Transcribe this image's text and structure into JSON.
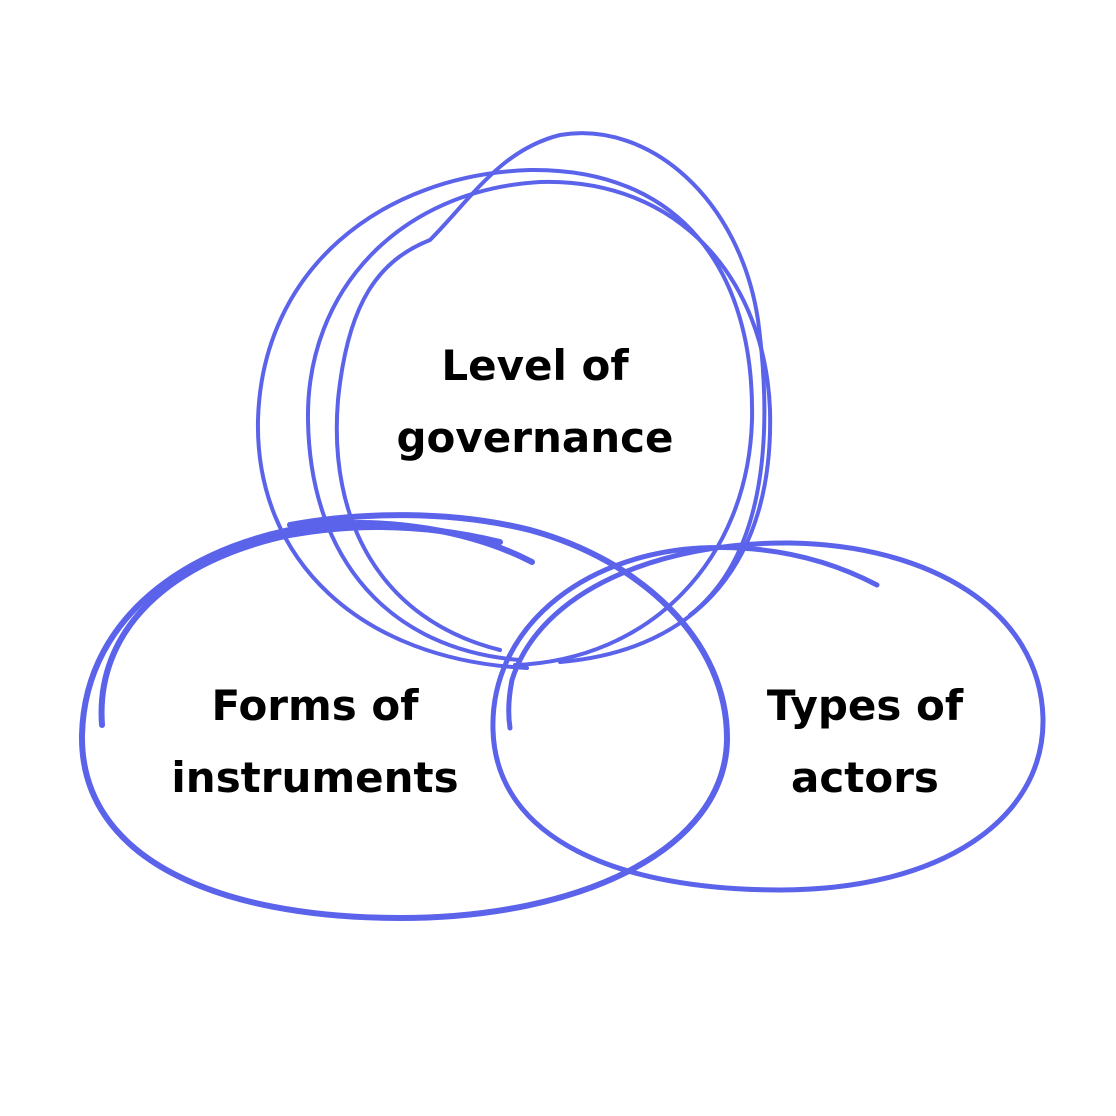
{
  "diagram": {
    "type": "venn",
    "stroke_color": "#5b63ea",
    "sets": [
      {
        "id": "governance",
        "lines": [
          "Level of",
          "governance"
        ]
      },
      {
        "id": "instruments",
        "lines": [
          "Forms of",
          "instruments"
        ]
      },
      {
        "id": "actors",
        "lines": [
          "Types of",
          "actors"
        ]
      }
    ]
  }
}
